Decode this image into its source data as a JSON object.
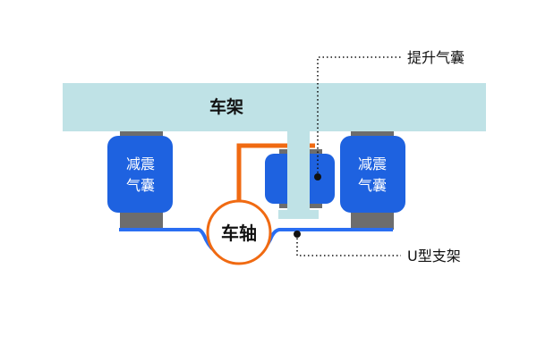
{
  "labels": {
    "frame": "车架",
    "axle": "车轴",
    "shock_airbag_left_line1": "减震",
    "shock_airbag_left_line2": "气囊",
    "shock_airbag_right_line1": "减震",
    "shock_airbag_right_line2": "气囊",
    "lift_airbag": "提升气囊",
    "u_bracket": "U型支架"
  },
  "colors": {
    "frame": "#bfe2e6",
    "airbag": "#1e62e0",
    "pad": "#6d6d6d",
    "blue_line": "#2a6ef2",
    "orange": "#f06a12",
    "leader": "#111111",
    "text_dark": "#111111",
    "text_light": "#ffffff"
  }
}
